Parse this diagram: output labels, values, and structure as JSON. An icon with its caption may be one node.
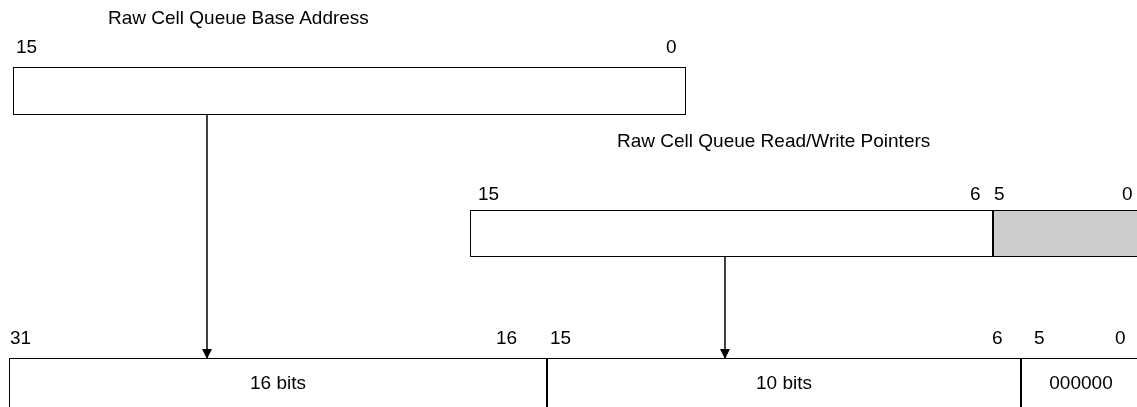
{
  "diagram": {
    "nodes": [
      {
        "text": [],
        "shape": "box"
      },
      {
        "text": [],
        "shape": "box"
      },
      {
        "text": [],
        "shape": "box"
      },
      {
        "text": [
          "16 bits"
        ]
      },
      {
        "text": [
          "10 bits"
        ]
      },
      {
        "text": [
          "000000"
        ]
      }
    ],
    "edges": [
      {
        "from": 0,
        "to": 3,
        "arrow": "to"
      },
      {
        "from": 1,
        "to": 4,
        "arrow": "to"
      }
    ],
    "labels": [
      "Raw Cell Queue Base Address",
      "15",
      "0",
      "Raw Cell Queue Read/Write Pointers",
      "15",
      "6",
      "5",
      "0",
      "31",
      "16",
      "15",
      "6",
      "5",
      "0"
    ]
  }
}
